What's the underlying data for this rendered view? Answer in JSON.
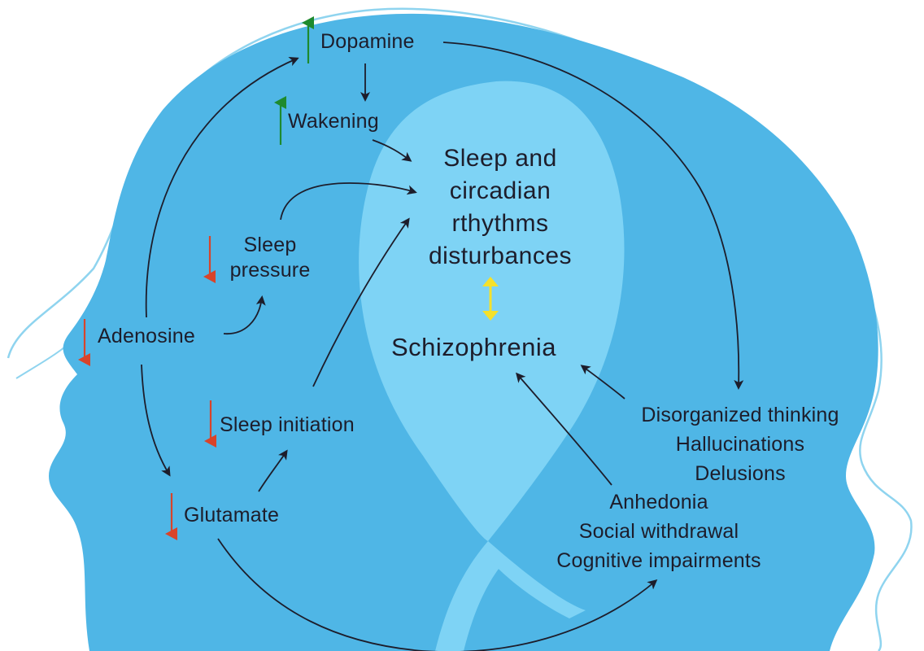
{
  "labels": {
    "dopamine": "Dopamine",
    "wakening": "Wakening",
    "sleep_pressure": [
      "Sleep",
      "pressure"
    ],
    "adenosine": "Adenosine",
    "sleep_initiation": "Sleep initiation",
    "glutamate": "Glutamate",
    "sleep_disturbances": [
      "Sleep and",
      "circadian",
      "rthythms",
      "disturbances"
    ],
    "schizophrenia": "Schizophrenia",
    "positive_symptoms": [
      "Disorganized thinking",
      "Hallucinations",
      "Delusions"
    ],
    "negative_symptoms": [
      "Anhedonia",
      "Social withdrawal",
      "Cognitive impairments"
    ]
  },
  "colors": {
    "head_fill": "#4fb6e6",
    "ribbon_fill": "#7ed3f5",
    "outline": "#8fd4ef",
    "arrow": "#1d1d2b",
    "increase": "#1e8a2e",
    "decrease": "#d8442a",
    "link": "#f5e12b"
  }
}
